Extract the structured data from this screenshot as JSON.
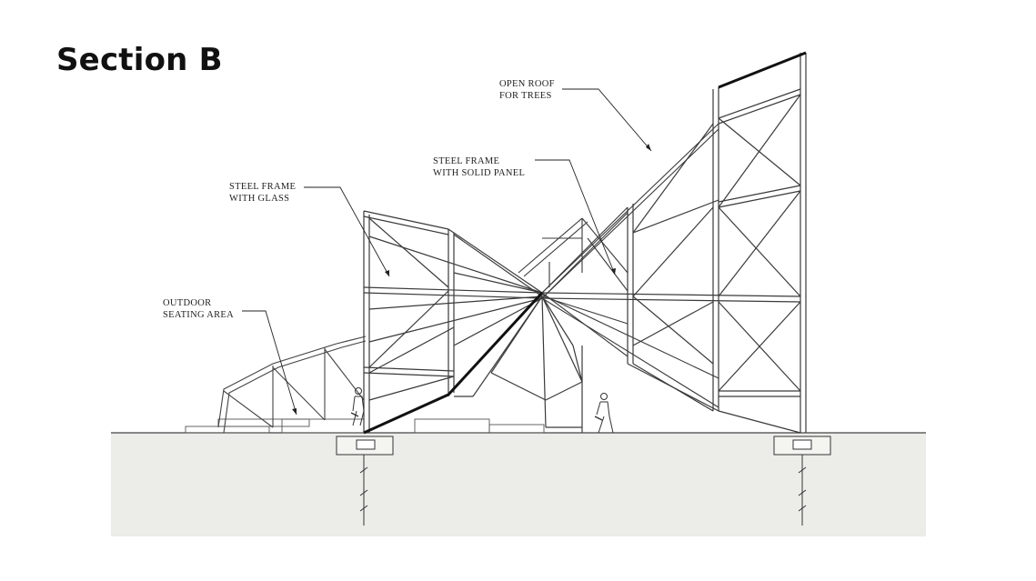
{
  "slide": {
    "title": "Section B"
  },
  "labels": {
    "open_roof": [
      "OPEN ROOF",
      "FOR TREES"
    ],
    "steel_frame_solid": [
      "STEEL FRAME",
      "WITH SOLID PANEL"
    ],
    "steel_frame_glass": [
      "STEEL FRAME",
      "WITH GLASS"
    ],
    "outdoor_seating": [
      "OUTDOOR",
      "SEATING AREA"
    ]
  },
  "colors": {
    "ground_fill": "#ecece8",
    "line": "#333333",
    "text": "#111111"
  }
}
